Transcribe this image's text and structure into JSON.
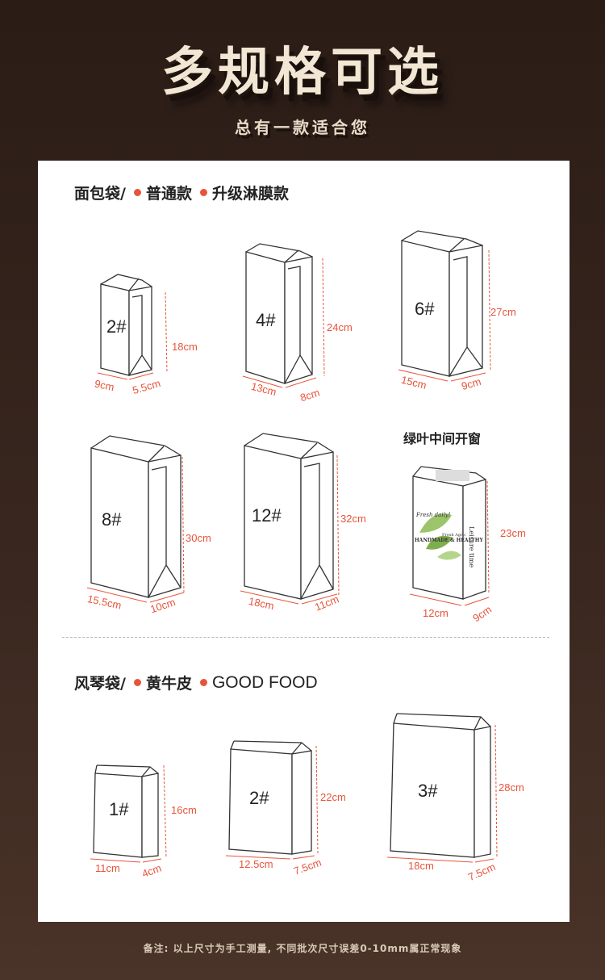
{
  "header": {
    "title": "多规格可选",
    "subtitle": "总有一款适合您"
  },
  "sections": {
    "bread": {
      "title": "面包袋/",
      "option1": "普通款",
      "option2": "升级淋膜款"
    },
    "organ": {
      "title": "风琴袋/",
      "option1": "黄牛皮",
      "option2": "GOOD FOOD"
    }
  },
  "window_bag": {
    "title": "绿叶中间开窗",
    "width": "12cm",
    "depth": "9cm",
    "height": "23cm",
    "script_text": "Fresh daily!",
    "band_text1": "Fresh Agric",
    "band_text2": "HANDMADE & HEALTHY",
    "side_text": "Leisure time"
  },
  "bags": {
    "b2": {
      "label": "2#",
      "width": "9cm",
      "depth": "5.5cm",
      "height": "18cm"
    },
    "b4": {
      "label": "4#",
      "width": "13cm",
      "depth": "8cm",
      "height": "24cm"
    },
    "b6": {
      "label": "6#",
      "width": "15cm",
      "depth": "9cm",
      "height": "27cm"
    },
    "b8": {
      "label": "8#",
      "width": "15.5cm",
      "depth": "10cm",
      "height": "30cm"
    },
    "b12": {
      "label": "12#",
      "width": "18cm",
      "depth": "11cm",
      "height": "32cm"
    },
    "o1": {
      "label": "1#",
      "width": "11cm",
      "depth": "4cm",
      "height": "16cm"
    },
    "o2": {
      "label": "2#",
      "width": "12.5cm",
      "depth": "7.5cm",
      "height": "22cm"
    },
    "o3": {
      "label": "3#",
      "width": "18cm",
      "depth": "7.5cm",
      "height": "28cm"
    }
  },
  "note": "备注: 以上尺寸为手工测量, 不同批次尺寸误差0-10mm属正常现象",
  "colors": {
    "accent": "#e8543a",
    "background": "#2b1c16",
    "card": "#ffffff"
  }
}
